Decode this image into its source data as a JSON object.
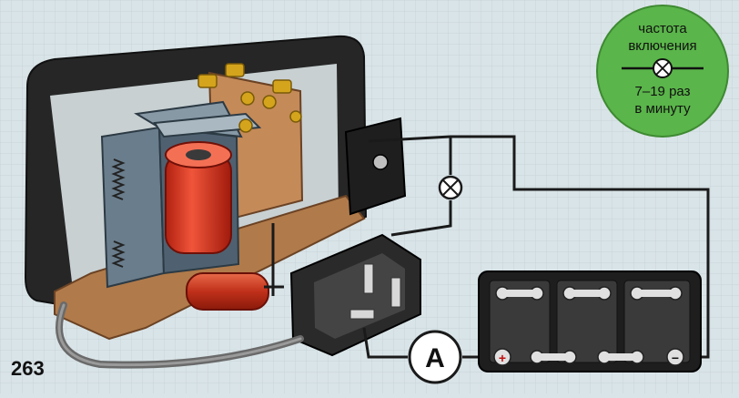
{
  "figure": {
    "number": "263"
  },
  "badge": {
    "line1": "частота",
    "line2": "включения",
    "line3": "7–19 раз",
    "line4": "в минуту",
    "fill_color": "#5ab54a",
    "icon": "lamp-icon"
  },
  "ammeter": {
    "label": "A"
  },
  "battery": {
    "plus": "+",
    "minus": "−"
  },
  "colors": {
    "background": "#d9e4e8",
    "coil": "#e8402a",
    "wire": "#1a1a1a",
    "housing": "#2a2a2a",
    "board": "#b07a4a"
  }
}
